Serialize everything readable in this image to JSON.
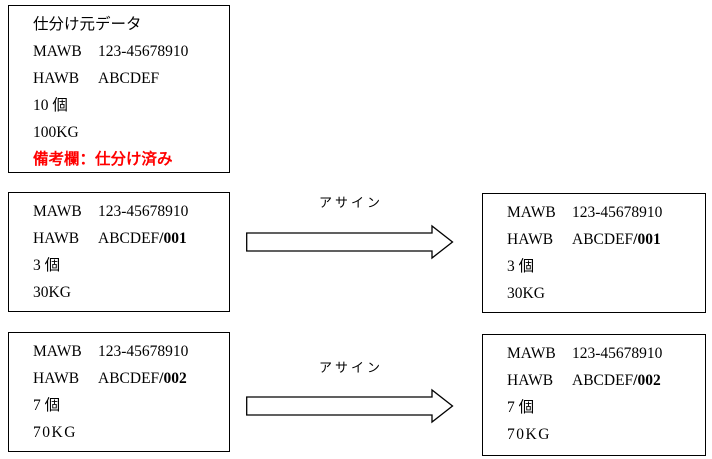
{
  "colors": {
    "background": "#FFFFFF",
    "text": "#000000",
    "border": "#000000",
    "remark": "#FF0000"
  },
  "source_box": {
    "title": "仕分け元データ",
    "mawb_label": "MAWB",
    "mawb_value": "123-45678910",
    "hawb_label": "HAWB",
    "hawb_value": "ABCDEF",
    "pieces": "10 個",
    "weight": "100KG",
    "remark": "備考欄：仕分け済み"
  },
  "rows": [
    {
      "arrow_label": "アサイン",
      "left": {
        "mawb_label": "MAWB",
        "mawb_value": "123-45678910",
        "hawb_label": "HAWB",
        "hawb_value": "ABCDEF",
        "hawb_suffix": "/001",
        "pieces": "3 個",
        "weight": "30KG"
      },
      "right": {
        "mawb_label": "MAWB",
        "mawb_value": "123-45678910",
        "hawb_label": "HAWB",
        "hawb_value": "ABCDEF",
        "hawb_suffix": "/001",
        "pieces": "3 個",
        "weight": "30KG"
      }
    },
    {
      "arrow_label": "アサイン",
      "left": {
        "mawb_label": "MAWB",
        "mawb_value": "123-45678910",
        "hawb_label": "HAWB",
        "hawb_value": "ABCDEF",
        "hawb_suffix": "/002",
        "pieces": "7 個",
        "weight": "70KG"
      },
      "right": {
        "mawb_label": "MAWB",
        "mawb_value": "123-45678910",
        "hawb_label": "HAWB",
        "hawb_value": "ABCDEF",
        "hawb_suffix": "/002",
        "pieces": "7 個",
        "weight": "70KG"
      }
    }
  ]
}
